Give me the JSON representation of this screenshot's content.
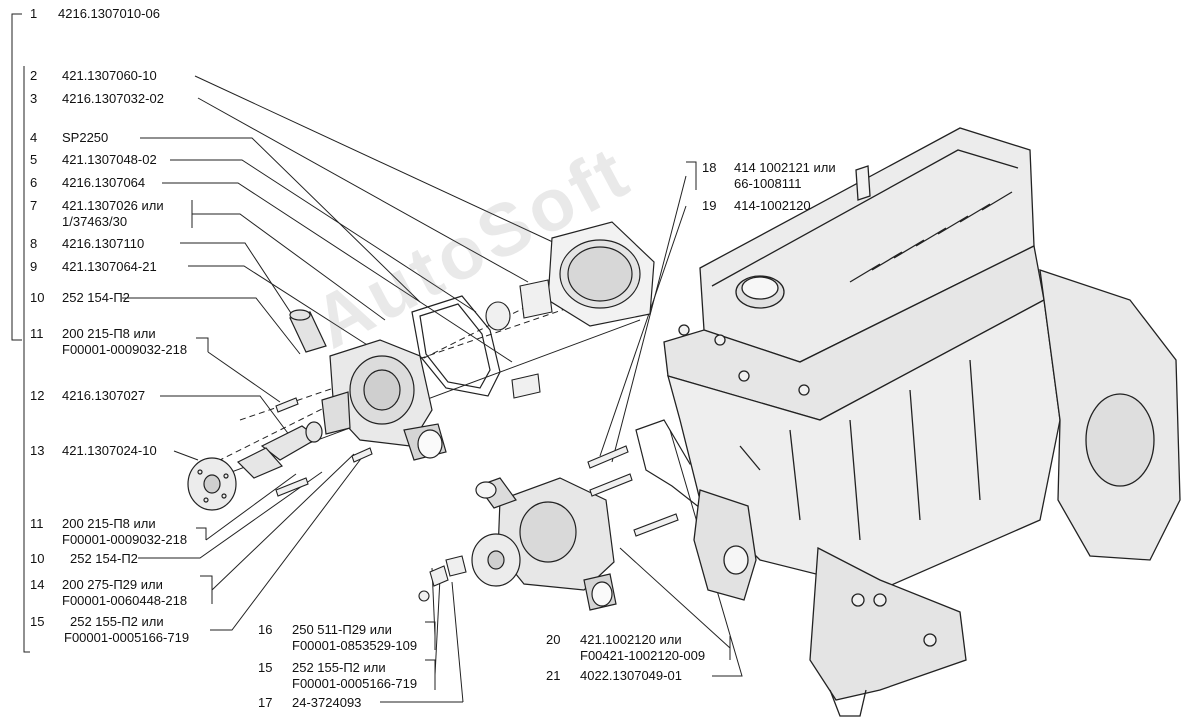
{
  "watermark": "AutoSoft",
  "callouts": [
    {
      "num": "1",
      "text": "4216.1307010-06"
    },
    {
      "num": "2",
      "text": "421.1307060-10"
    },
    {
      "num": "3",
      "text": "4216.1307032-02"
    },
    {
      "num": "4",
      "text": "SP2250"
    },
    {
      "num": "5",
      "text": "421.1307048-02"
    },
    {
      "num": "6",
      "text": "4216.1307064"
    },
    {
      "num": "7",
      "text": "421.1307026 или",
      "text2": "1/37463/30"
    },
    {
      "num": "8",
      "text": "4216.1307110"
    },
    {
      "num": "9",
      "text": "421.1307064-21"
    },
    {
      "num": "10",
      "text": "252 154-П2"
    },
    {
      "num": "11",
      "text": "200 215-П8 или",
      "text2": "F00001-0009032-218"
    },
    {
      "num": "12",
      "text": "4216.1307027"
    },
    {
      "num": "13",
      "text": "421.1307024-10"
    },
    {
      "num": "11",
      "text": "200 215-П8 или",
      "text2": "F00001-0009032-218"
    },
    {
      "num": "10",
      "text": "252 154-П2"
    },
    {
      "num": "14",
      "text": "200 275-П29 или",
      "text2": "F00001-0060448-218"
    },
    {
      "num": "15",
      "text": "252 155-П2 или",
      "text2": "F00001-0005166-719"
    },
    {
      "num": "16",
      "text": "250 511-П29 или",
      "text2": "F00001-0853529-109"
    },
    {
      "num": "15",
      "text": "252 155-П2 или",
      "text2": "F00001-0005166-719"
    },
    {
      "num": "17",
      "text": "24-3724093"
    },
    {
      "num": "18",
      "text": "414 1002121 или",
      "text2": "66-1008111"
    },
    {
      "num": "19",
      "text": "414-1002120"
    },
    {
      "num": "20",
      "text": "421.1002120 или",
      "text2": "F00421-1002120-009"
    },
    {
      "num": "21",
      "text": "4022.1307049-01"
    }
  ]
}
